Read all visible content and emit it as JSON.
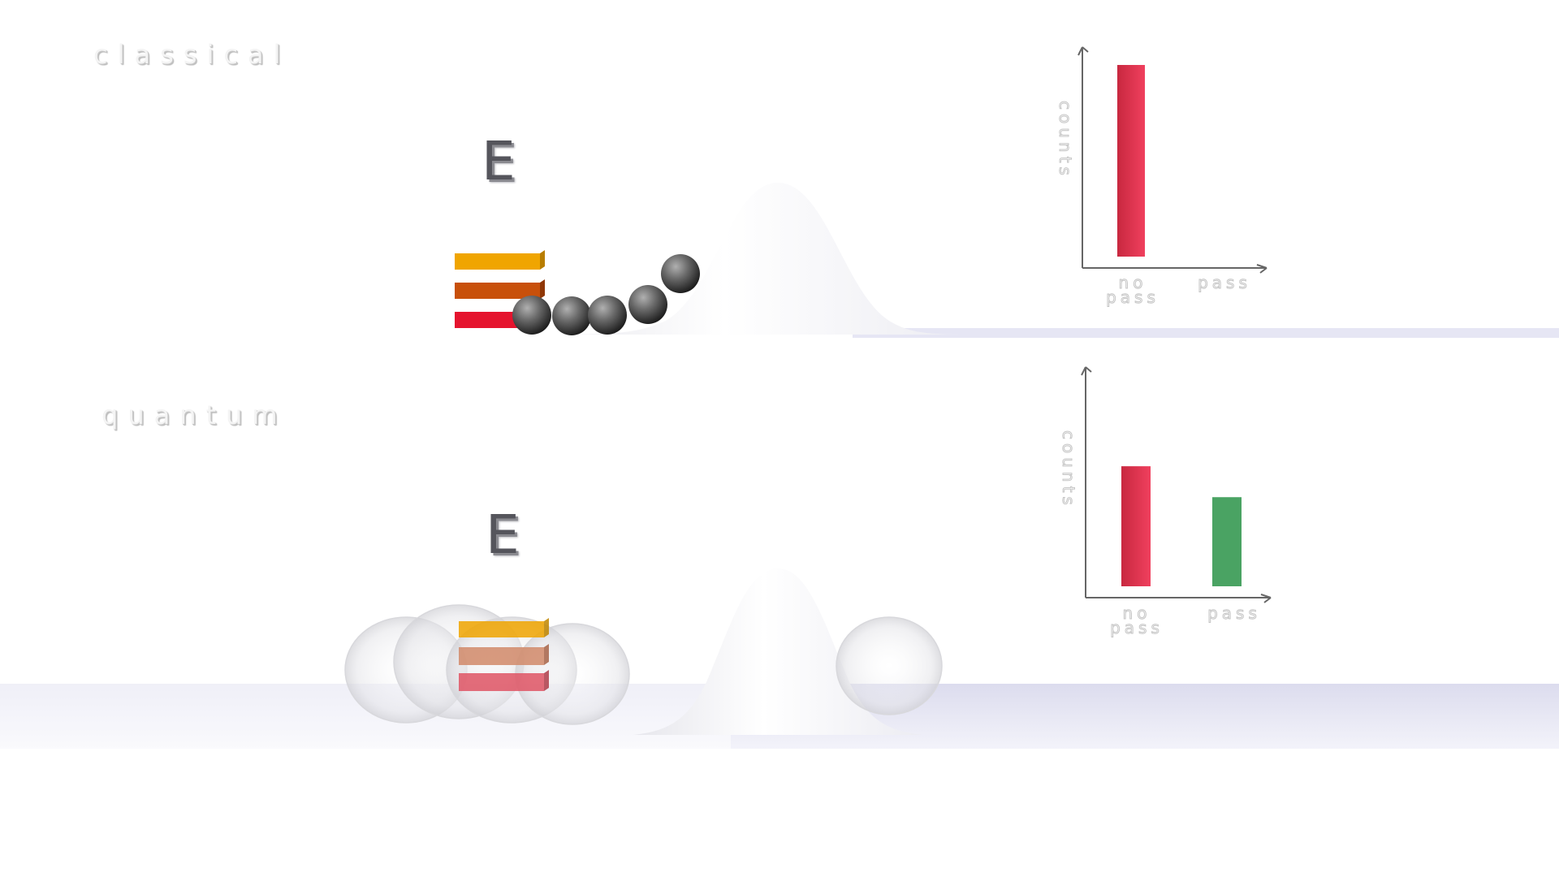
{
  "panels": [
    {
      "label": "classical",
      "energy_label": "E",
      "chart": {
        "ylabel": "counts",
        "categories": [
          "no\npass",
          "pass"
        ],
        "values": [
          100,
          0
        ],
        "colors": [
          "#f0405e",
          "#4aa363"
        ]
      }
    },
    {
      "label": "quantum",
      "energy_label": "E",
      "chart": {
        "ylabel": "counts",
        "categories": [
          "no\npass",
          "pass"
        ],
        "values": [
          66,
          49
        ],
        "colors": [
          "#f0405e",
          "#4aa363"
        ]
      }
    }
  ],
  "chart_data": [
    {
      "type": "bar",
      "ylabel": "counts",
      "categories": [
        "no pass",
        "pass"
      ],
      "values": [
        100,
        0
      ]
    },
    {
      "type": "bar",
      "ylabel": "counts",
      "categories": [
        "no pass",
        "pass"
      ],
      "values": [
        66,
        49
      ]
    }
  ],
  "colors": {
    "level_top": "#f0a500",
    "level_mid": "#c8500a",
    "level_bottom": "#e5142e",
    "floor": "#e8e8f6"
  }
}
